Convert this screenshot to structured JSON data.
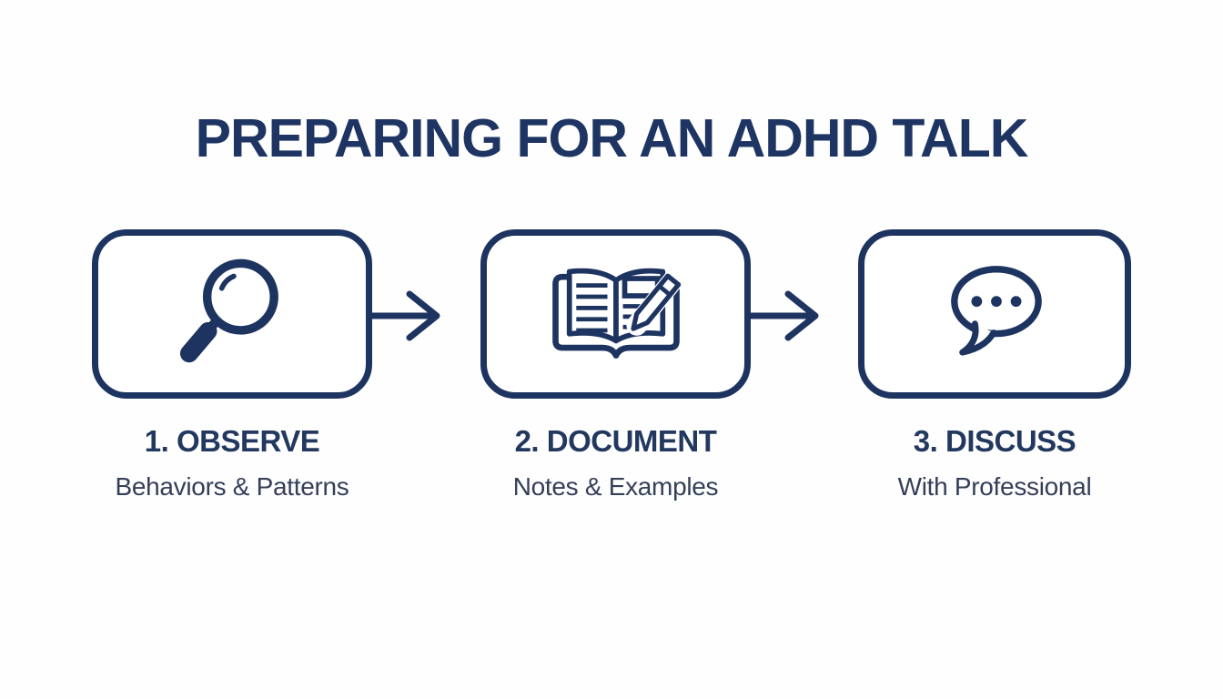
{
  "title": "PREPARING FOR AN ADHD TALK",
  "colors": {
    "accent_navy": "#1d3460",
    "title_navy": "#1e3563",
    "subtitle_slate": "#343f58",
    "background": "#fefefe"
  },
  "steps": [
    {
      "number_label": "1. OBSERVE",
      "subtitle": "Behaviors & Patterns",
      "icon": "magnifier-icon"
    },
    {
      "number_label": "2. DOCUMENT",
      "subtitle": "Notes & Examples",
      "icon": "open-book-pen-icon"
    },
    {
      "number_label": "3. DISCUSS",
      "subtitle": "With Professional",
      "icon": "speech-bubble-icon"
    }
  ],
  "connectors": [
    "arrow-right",
    "arrow-right"
  ]
}
